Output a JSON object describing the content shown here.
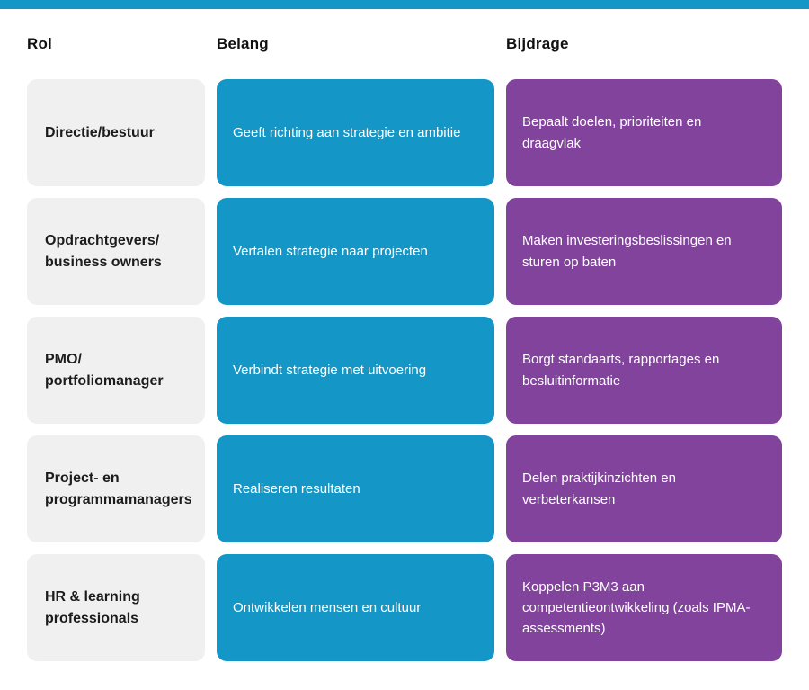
{
  "colors": {
    "accent_teal": "#1497c6",
    "accent_purple": "#81439b",
    "role_card_gray": "#f1f0f0",
    "role_text": "#1c1c1c",
    "card_text": "#ffffff"
  },
  "table": {
    "headers": [
      {
        "label": "Rol"
      },
      {
        "label": "Belang"
      },
      {
        "label": "Bijdrage"
      }
    ],
    "rows": [
      {
        "rol": "Directie/bestuur",
        "belang": "Geeft richting aan strategie en ambitie",
        "bijdrage": "Bepaalt doelen, prioriteiten en\ndraagvlak"
      },
      {
        "rol": "Opdrachtgevers/\nbusiness owners",
        "belang": "Vertalen strategie naar projecten",
        "bijdrage": "Maken investeringsbeslissingen en\nsturen op baten"
      },
      {
        "rol": "PMO/\nportfoliomanager",
        "belang": "Verbindt strategie met uitvoering",
        "bijdrage": "Borgt standaarts, rapportages en\nbesluitinformatie"
      },
      {
        "rol": "Project- en\nprogrammamanagers",
        "belang": "Realiseren resultaten",
        "bijdrage": "Delen praktijkinzichten en\nverbeterkansen"
      },
      {
        "rol": "HR & learning\nprofessionals",
        "belang": "Ontwikkelen mensen en cultuur",
        "bijdrage": "Koppelen P3M3 aan\ncompetentieontwikkeling (zoals IPMA-\nassessments)"
      }
    ]
  }
}
